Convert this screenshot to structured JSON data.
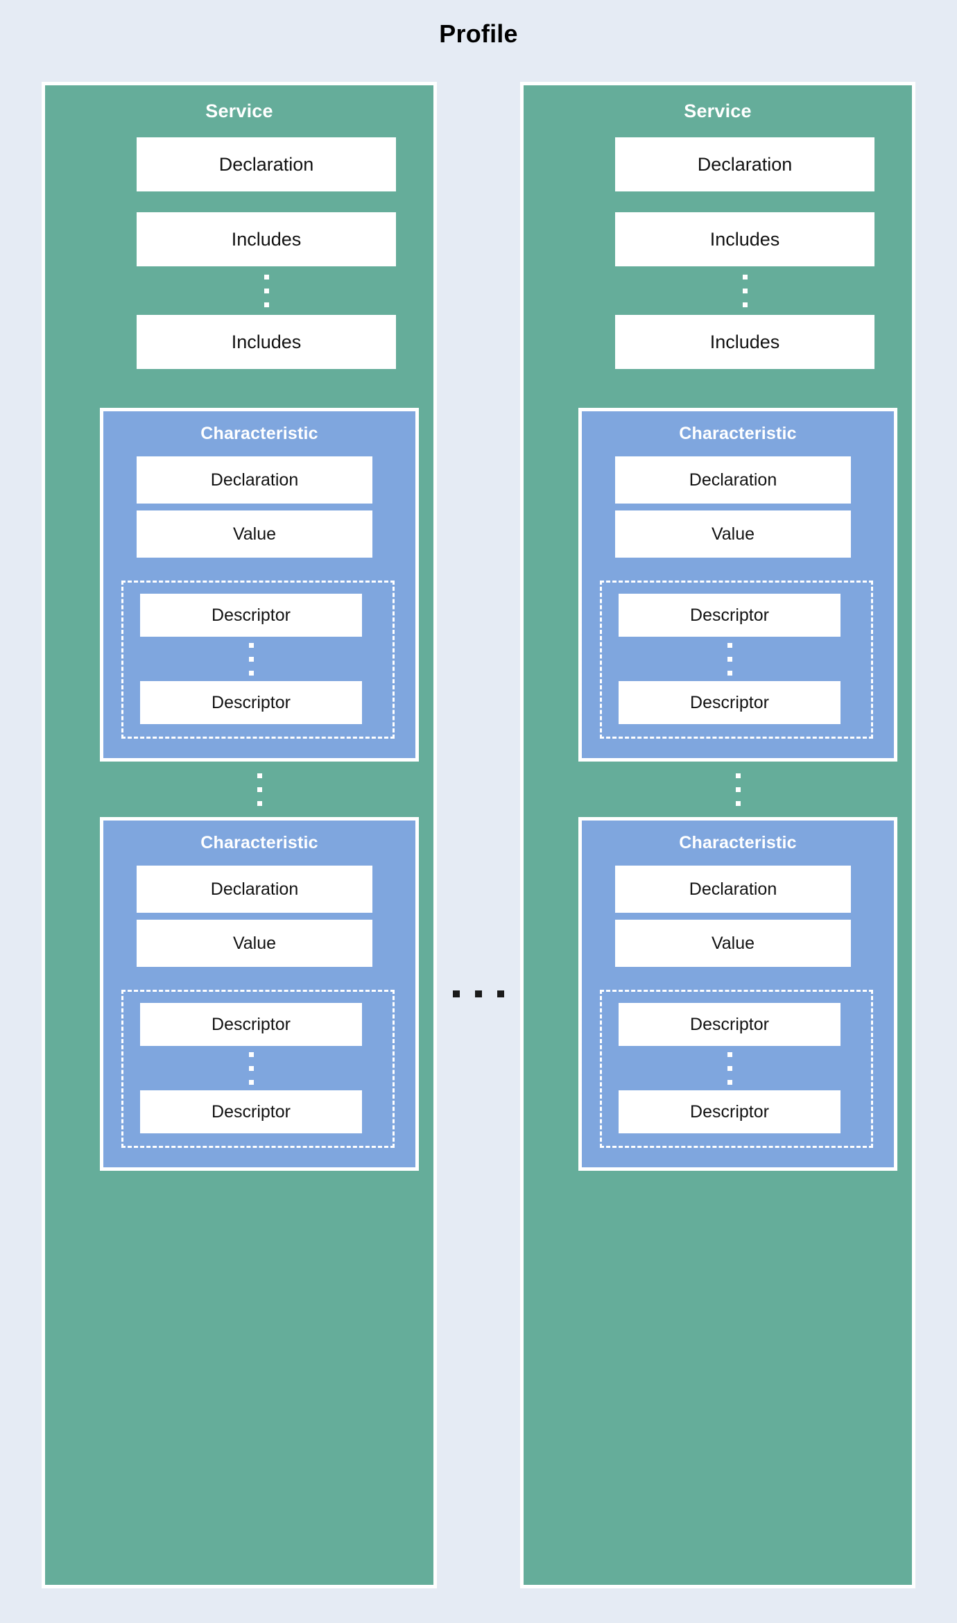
{
  "title": "Profile",
  "colors": {
    "background": "#e5ebf4",
    "service": "#65ad9a",
    "characteristic": "#7fa6de",
    "leaf": "#ffffff",
    "border": "#ffffff",
    "title_text": "#000000",
    "dots_dark": "#1a1a1a"
  },
  "ellipsis": {
    "horizontal_label": "...",
    "vertical_label": "⋮"
  },
  "services": [
    {
      "title": "Service",
      "declaration": "Declaration",
      "includes_first": "Includes",
      "includes_last": "Includes",
      "characteristics": [
        {
          "title": "Characteristic",
          "declaration": "Declaration",
          "value": "Value",
          "descriptor_first": "Descriptor",
          "descriptor_last": "Descriptor"
        },
        {
          "title": "Characteristic",
          "declaration": "Declaration",
          "value": "Value",
          "descriptor_first": "Descriptor",
          "descriptor_last": "Descriptor"
        }
      ]
    },
    {
      "title": "Service",
      "declaration": "Declaration",
      "includes_first": "Includes",
      "includes_last": "Includes",
      "characteristics": [
        {
          "title": "Characteristic",
          "declaration": "Declaration",
          "value": "Value",
          "descriptor_first": "Descriptor",
          "descriptor_last": "Descriptor"
        },
        {
          "title": "Characteristic",
          "declaration": "Declaration",
          "value": "Value",
          "descriptor_first": "Descriptor",
          "descriptor_last": "Descriptor"
        }
      ]
    }
  ]
}
